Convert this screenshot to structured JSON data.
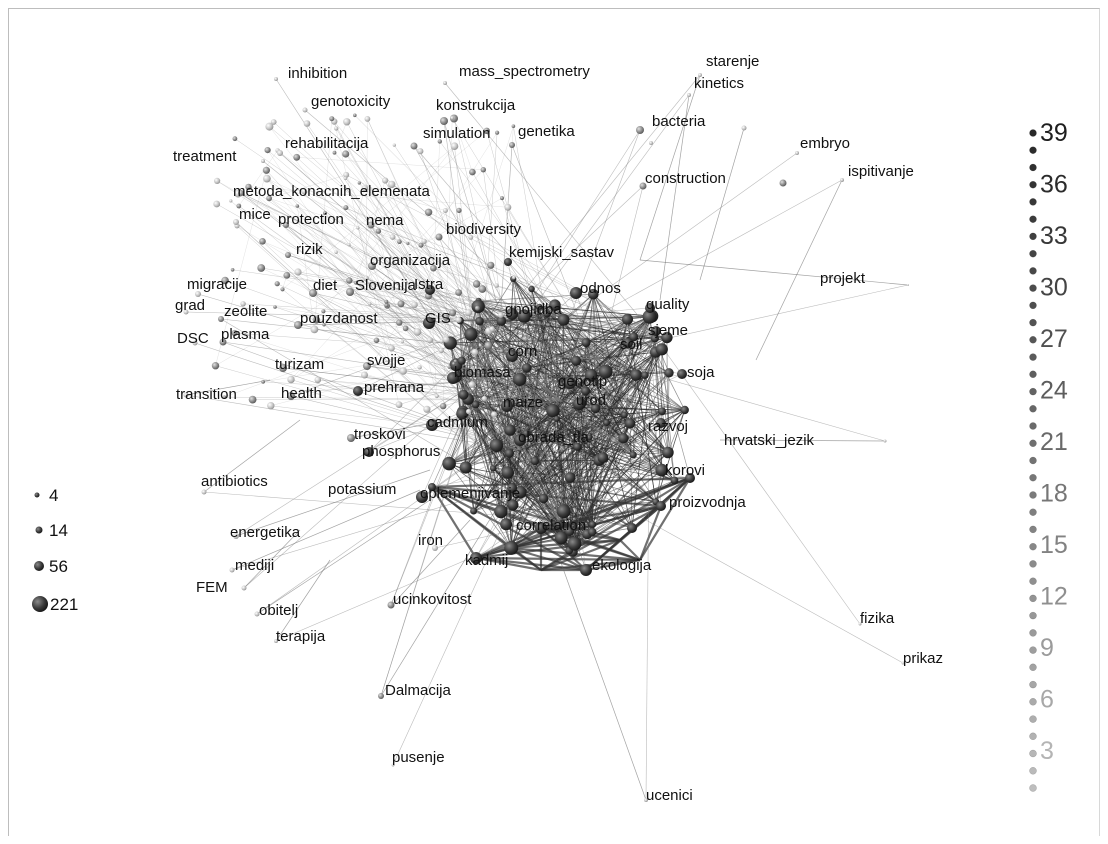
{
  "graph": {
    "labels": [
      "inhibition",
      "mass_spectrometry",
      "starenje",
      "kinetics",
      "genotoxicity",
      "konstrukcija",
      "bacteria",
      "rehabilitacija",
      "simulation",
      "genetika",
      "embryo",
      "treatment",
      "ispitivanje",
      "metoda_konacnih_elemenata",
      "construction",
      "mice",
      "protection",
      "nema",
      "biodiversity",
      "rizik",
      "kemijski_sastav",
      "organizacija",
      "migracije",
      "diet",
      "Slovenija",
      "Istra",
      "odnos",
      "projekt",
      "grad",
      "zeolite",
      "pouzdanost",
      "GIS",
      "gnojidba",
      "quality",
      "DSC",
      "plasma",
      "sjeme",
      "corn",
      "turizam",
      "svojje",
      "soil",
      "biomasa",
      "soja",
      "genotip",
      "transition",
      "health",
      "prehrana",
      "maize",
      "urod",
      "cadmium",
      "razvoj",
      "troskovi",
      "obrada_tla",
      "hrvatski_jezik",
      "phosphorus",
      "korovi",
      "antibiotics",
      "potassium",
      "oplemenjivanje",
      "proizvodnja",
      "correlation",
      "energetika",
      "iron",
      "mediji",
      "kadmij",
      "ekologija",
      "FEM",
      "ucinkovitost",
      "obitelj",
      "terapija",
      "fizika",
      "prikaz",
      "Dalmacija",
      "pusenje",
      "ucenici"
    ]
  },
  "size_legend": {
    "values": [
      "4",
      "14",
      "56",
      "221"
    ]
  },
  "degree_scale": {
    "ticks": [
      "39",
      "36",
      "33",
      "30",
      "27",
      "24",
      "21",
      "18",
      "15",
      "12",
      "9",
      "6",
      "3"
    ]
  },
  "colors": {
    "dark": "#2c2c2c",
    "mid": "#7a7a7a",
    "light": "#b8b8b8",
    "edge": "#777777"
  }
}
